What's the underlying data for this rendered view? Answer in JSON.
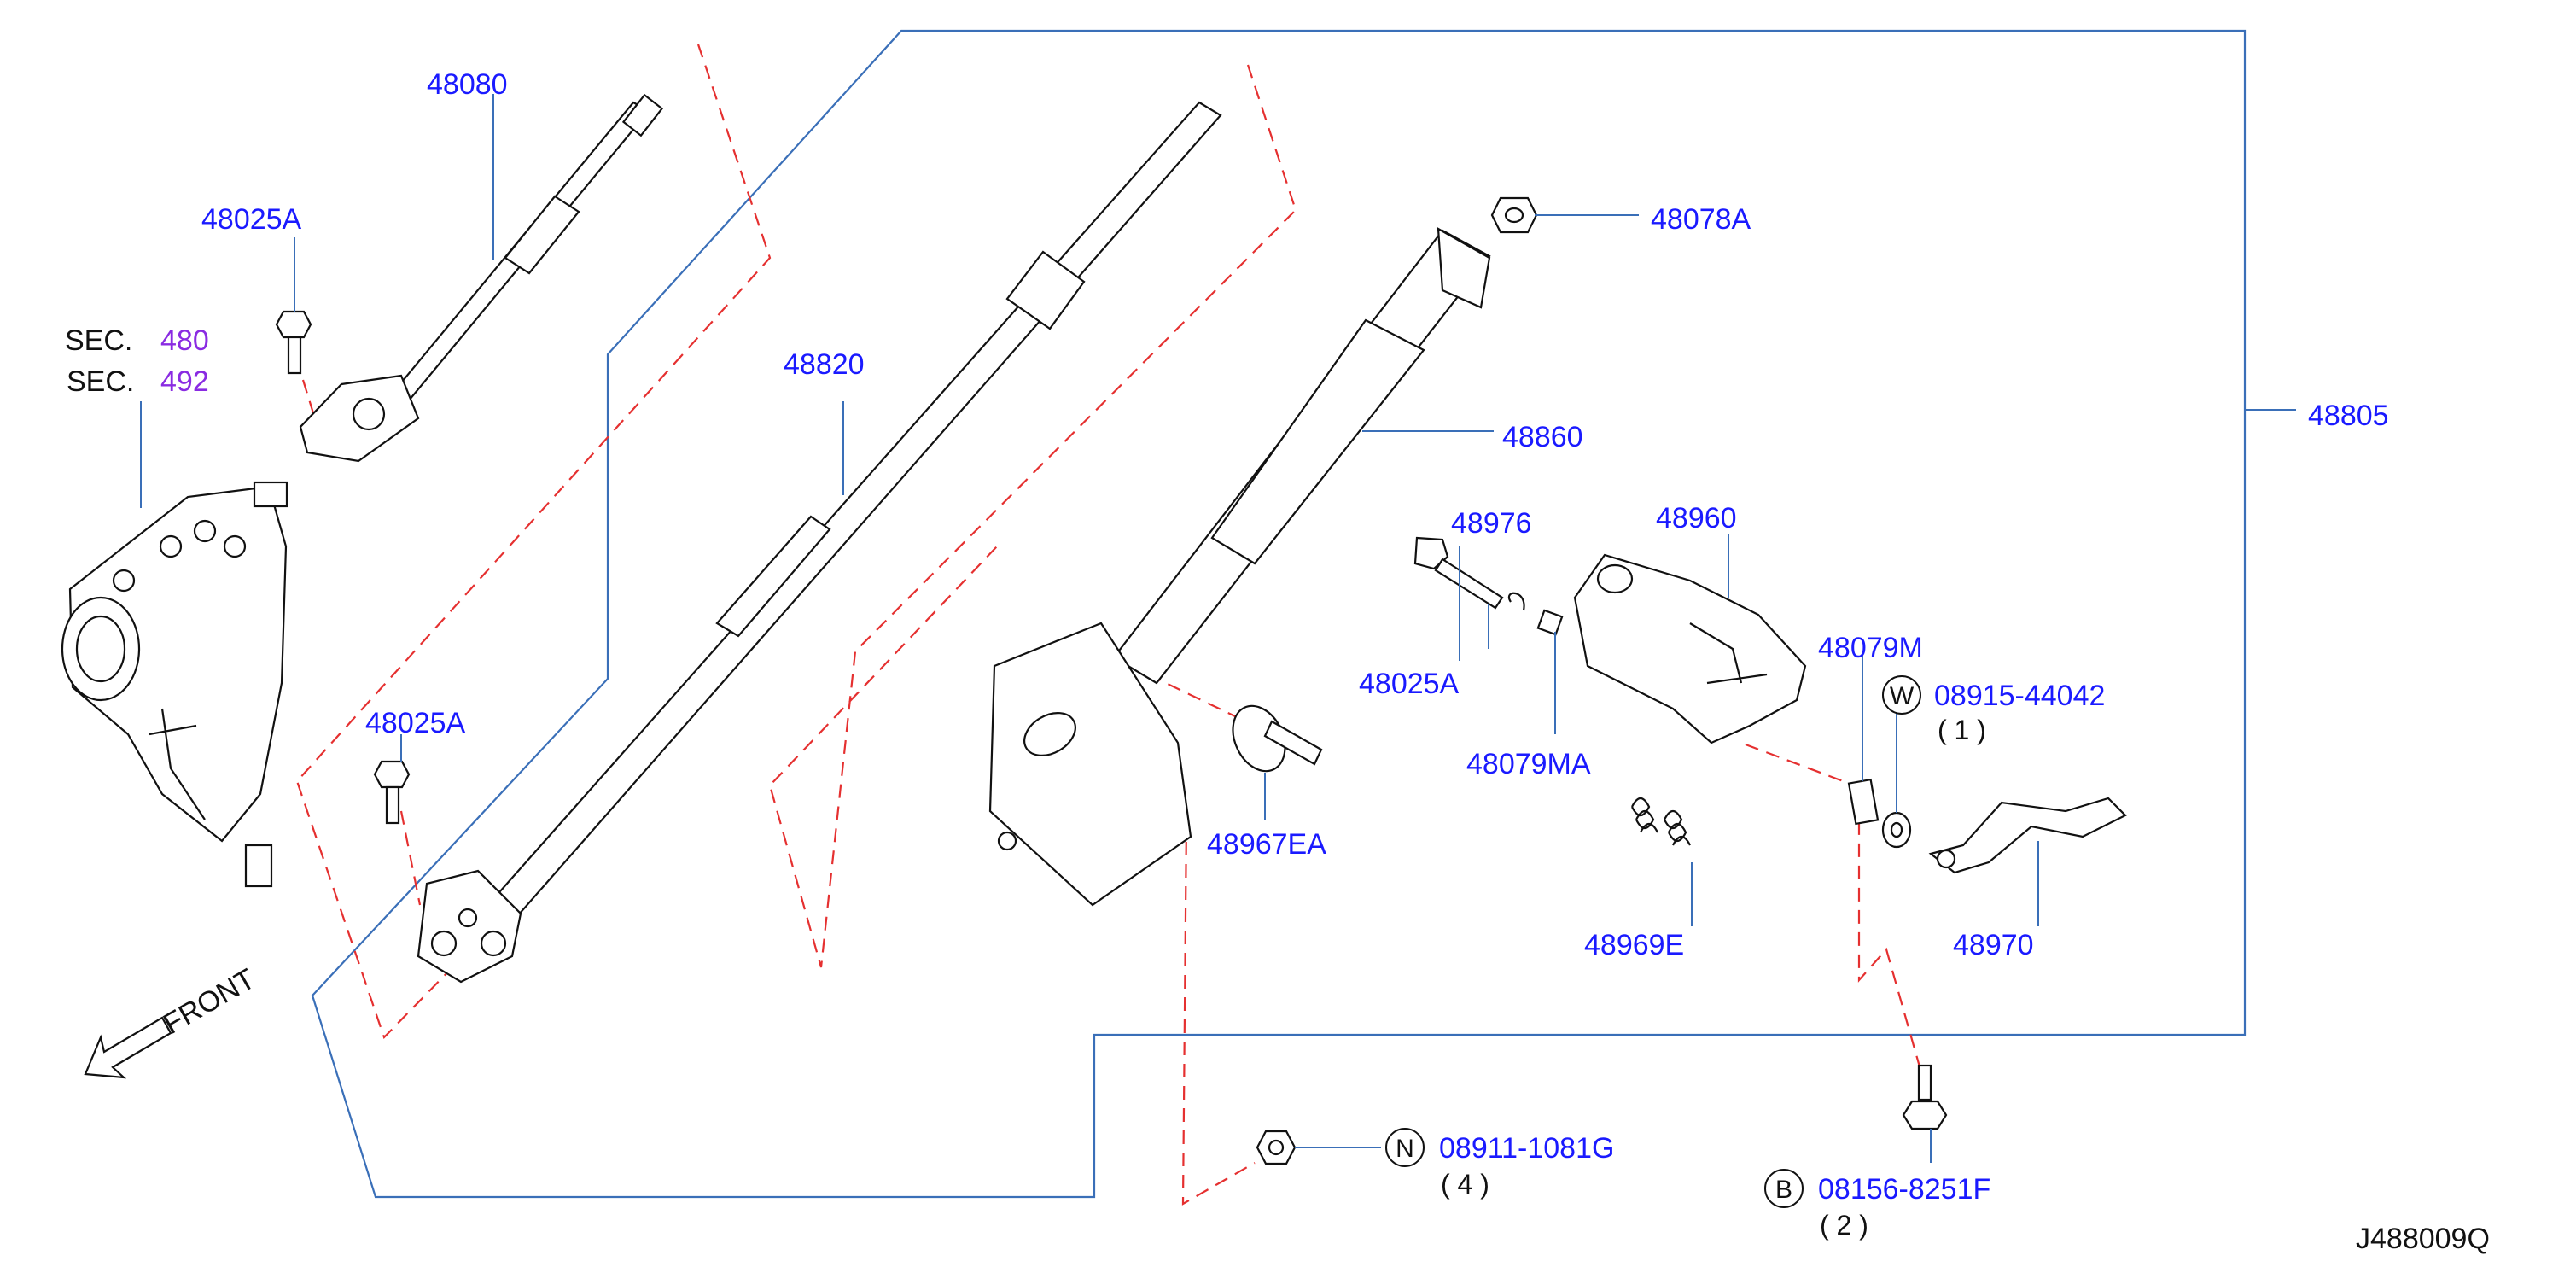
{
  "parts": {
    "p48080": "48080",
    "p48025A_top": "48025A",
    "p48025A_bottom": "48025A",
    "p48820": "48820",
    "p48860": "48860",
    "p48078A": "48078A",
    "p48805": "48805",
    "p48976": "48976",
    "p48960": "48960",
    "p48025A_mid": "48025A",
    "p48079MA": "48079MA",
    "p48079M": "48079M",
    "p48967EA": "48967EA",
    "p48969E": "48969E",
    "p48970": "48970"
  },
  "sections": {
    "sec_prefix": "SEC.",
    "sec1": "480",
    "sec2": "492"
  },
  "fasteners": {
    "w_symbol": "W",
    "w_part": "08915-44042",
    "w_qty": "( 1 )",
    "n_symbol": "N",
    "n_part": "08911-1081G",
    "n_qty": "( 4 )",
    "b_symbol": "B",
    "b_part": "08156-8251F",
    "b_qty": "( 2 )"
  },
  "front_label": "FRONT",
  "diagram_code": "J488009Q",
  "colors": {
    "label_blue": "#1a1aff",
    "section_purple": "#8a2be2",
    "leader_blue": "#3a6fb8",
    "dash_red": "#e53030"
  }
}
